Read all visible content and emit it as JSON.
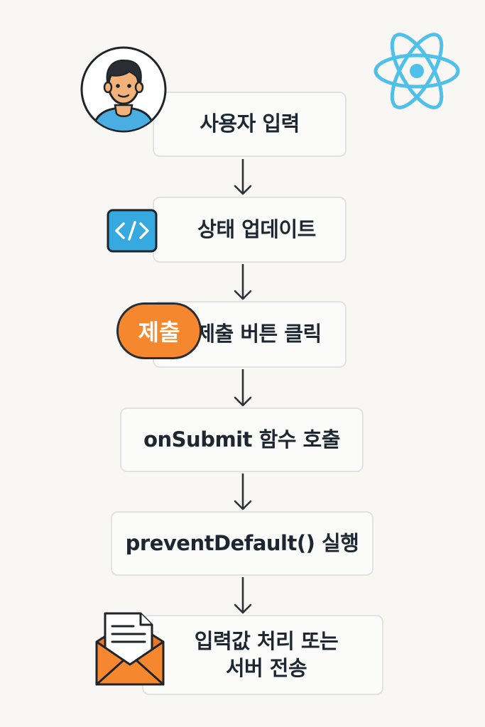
{
  "flow": {
    "steps": [
      {
        "label": "사용자 입력"
      },
      {
        "label": "상태 업데이트"
      },
      {
        "label": "제출 버튼 클릭"
      },
      {
        "label": "onSubmit 함수 호출"
      },
      {
        "label": "preventDefault() 실행"
      },
      {
        "label_line1": "입력값 처리 또는",
        "label_line2": "서버 전송"
      }
    ],
    "submit_badge": "제출"
  },
  "icons": {
    "user": "user-avatar-icon",
    "react": "react-atom-icon",
    "code": "code-tag-icon",
    "mail": "envelope-document-icon"
  },
  "colors": {
    "background": "#f8f7f3",
    "box_border": "#e2e2df",
    "arrow": "#2b3138",
    "react_blue": "#4fc0ea",
    "code_blue": "#35a9e0",
    "orange": "#f5872e",
    "skin": "#f3b27a",
    "shirt": "#4aaee2"
  }
}
